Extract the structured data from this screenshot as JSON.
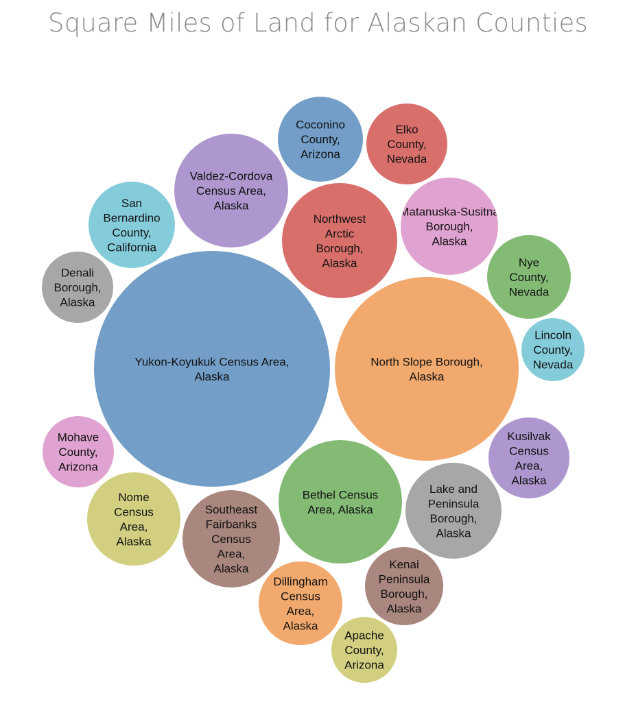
{
  "chart_data": {
    "type": "bubble",
    "title": "Square Miles of Land for Alaskan Counties",
    "bubbles": [
      {
        "name": "Yukon-Koyukuk Census Area, Alaska",
        "lines": [
          "Yukon-Koyukuk Census Area,",
          "Alaska"
        ],
        "color": "#729ec8"
      },
      {
        "name": "North Slope Borough, Alaska",
        "lines": [
          "North Slope Borough,",
          "Alaska"
        ],
        "color": "#f2a96d"
      },
      {
        "name": "Bethel Census Area, Alaska",
        "lines": [
          "Bethel Census",
          "Area, Alaska"
        ],
        "color": "#83bb74"
      },
      {
        "name": "Northwest Arctic Borough, Alaska",
        "lines": [
          "Northwest",
          "Arctic",
          "Borough,",
          "Alaska"
        ],
        "color": "#d86f6a"
      },
      {
        "name": "Valdez-Cordova Census Area, Alaska",
        "lines": [
          "Valdez-Cordova",
          "Census Area,",
          "Alaska"
        ],
        "color": "#ae97cf"
      },
      {
        "name": "Southeast Fairbanks Census Area, Alaska",
        "lines": [
          "Southeast",
          "Fairbanks",
          "Census",
          "Area,",
          "Alaska"
        ],
        "color": "#a9877e"
      },
      {
        "name": "Matanuska-Susitna Borough, Alaska",
        "lines": [
          "Matanuska-Susitna",
          "Borough,",
          "Alaska"
        ],
        "color": "#e0a2d0"
      },
      {
        "name": "Lake and Peninsula Borough, Alaska",
        "lines": [
          "Lake and",
          "Peninsula",
          "Borough,",
          "Alaska"
        ],
        "color": "#a7a7a7"
      },
      {
        "name": "Nome Census Area, Alaska",
        "lines": [
          "Nome",
          "Census",
          "Area,",
          "Alaska"
        ],
        "color": "#d2cf80"
      },
      {
        "name": "Coconino County, Arizona",
        "lines": [
          "Coconino",
          "County,",
          "Arizona"
        ],
        "color": "#729ec8"
      },
      {
        "name": "Kusilvak Census Area, Alaska",
        "lines": [
          "Kusilvak",
          "Census",
          "Area,",
          "Alaska"
        ],
        "color": "#ae97cf"
      },
      {
        "name": "San Bernardino County, California",
        "lines": [
          "San",
          "Bernardino",
          "County,",
          "California"
        ],
        "color": "#85ccdb"
      },
      {
        "name": "Elko County, Nevada",
        "lines": [
          "Elko",
          "County,",
          "Nevada"
        ],
        "color": "#d86f6a"
      },
      {
        "name": "Nye County, Nevada",
        "lines": [
          "Nye",
          "County,",
          "Nevada"
        ],
        "color": "#83bb74"
      },
      {
        "name": "Dillingham Census Area, Alaska",
        "lines": [
          "Dillingham",
          "Census",
          "Area,",
          "Alaska"
        ],
        "color": "#f2a96d"
      },
      {
        "name": "Kenai Peninsula Borough, Alaska",
        "lines": [
          "Kenai",
          "Peninsula",
          "Borough,",
          "Alaska"
        ],
        "color": "#a9877e"
      },
      {
        "name": "Mohave County, Arizona",
        "lines": [
          "Mohave",
          "County,",
          "Arizona"
        ],
        "color": "#e0a2d0"
      },
      {
        "name": "Denali Borough, Alaska",
        "lines": [
          "Denali",
          "Borough,",
          "Alaska"
        ],
        "color": "#a7a7a7"
      },
      {
        "name": "Apache County, Arizona",
        "lines": [
          "Apache",
          "County,",
          "Arizona"
        ],
        "color": "#d2cf80"
      },
      {
        "name": "Lincoln County, Nevada",
        "lines": [
          "Lincoln",
          "County,",
          "Nevada"
        ],
        "color": "#85ccdb"
      }
    ]
  }
}
